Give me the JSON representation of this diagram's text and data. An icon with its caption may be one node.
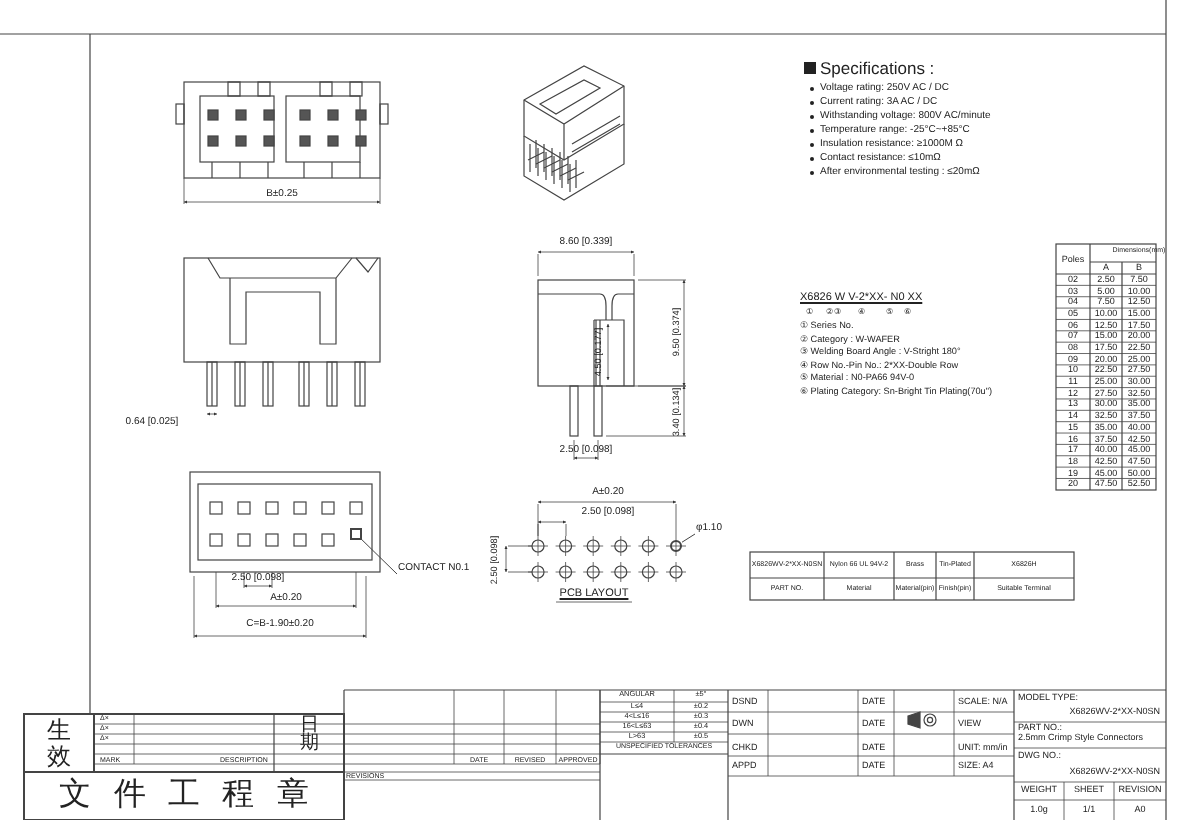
{
  "diagram": {
    "nodes": [
      {
        "text": [
          "CONTACT N0.1"
        ]
      },
      {
        "text": [],
        "shape": "box"
      },
      {
        "text": [
          "φ1.10"
        ]
      },
      {
        "text": [],
        "shape": "circle"
      }
    ],
    "edges": [
      {
        "from": 0,
        "to": 1,
        "arrow": "none"
      },
      {
        "from": 2,
        "to": 3,
        "arrow": "none"
      }
    ],
    "labels": [
      "B±0.25",
      "Specifications :",
      "Voltage rating: 250V AC / DC",
      "Current rating: 3A AC / DC",
      "Withstanding voltage: 800V AC/minute",
      "Temperature range: -25°C~+85°C",
      "Insulation resistance: ≥1000M Ω",
      "Contact resistance: ≤10mΩ",
      "After environmental testing : ≤20mΩ",
      "8.60 [0.339]",
      "4.50 [0.177]",
      "9.50 [0.374]",
      "X6826 W V-2*XX- N0 XX",
      "①",
      "②",
      "③",
      "④",
      "⑤",
      "⑥",
      "① Series No.",
      "② Category : W-WAFER",
      "③ Welding Board Angle : V-Stright 180°",
      "④ Row No.-Pin No.: 2*XX-Double Row",
      "⑤ Material : N0-PA66 94V-0",
      "⑥ Plating Category: Sn-Bright Tin Plating(70u\")",
      "Poles",
      "Dimensions(mm)",
      "A",
      "B",
      "02",
      "2.50",
      "7.50",
      "03",
      "5.00",
      "10.00",
      "04",
      "7.50",
      "12.50",
      "05",
      "10.00",
      "15.00",
      "06",
      "12.50",
      "17.50",
      "07",
      "15.00",
      "20.00",
      "08",
      "17.50",
      "22.50",
      "09",
      "20.00",
      "25.00",
      "10",
      "22.50",
      "27.50",
      "11",
      "25.00",
      "30.00",
      "12",
      "27.50",
      "32.50",
      "13",
      "30.00",
      "35.00",
      "14",
      "32.50",
      "37.50",
      "15",
      "35.00",
      "40.00",
      "16",
      "37.50",
      "42.50",
      "17",
      "40.00",
      "45.00",
      "18",
      "42.50",
      "47.50",
      "19",
      "45.00",
      "50.00",
      "20",
      "47.50",
      "52.50",
      "0.64 [0.025]",
      "3.40 [0.134]",
      "2.50 [0.098]",
      "A±0.20",
      "2.50 [0.098]",
      "2.50 [0.098]",
      "PCB LAYOUT",
      "2.50 [0.098]",
      "A±0.20",
      "C=B-1.90±0.20",
      "X6826WV-2*XX-N0SN",
      "Nylon 66 UL 94V-2",
      "Brass",
      "Tin-Plated",
      "X6826H",
      "PART NO.",
      "Material",
      "Material(pin)",
      "Finish(pin)",
      "Suitable Terminal",
      "生效",
      "Δ×",
      "Δ×",
      "Δ×",
      "MARK",
      "DESCRIPTION",
      "日期",
      "REVISIONS",
      "DATE",
      "REVISED",
      "APPROVED",
      "ANGULAR",
      "±5°",
      "L≤4",
      "±0.2",
      "4<L≤16",
      "±0.3",
      "16<L≤63",
      "±0.4",
      "L>63",
      "±0.5",
      "UNSPECIFIED TOLERANCES",
      "DSND",
      "DATE",
      "SCALE: N/A",
      "MODEL TYPE:",
      "X6826WV-2*XX-N0SN",
      "DWN",
      "DATE",
      "VIEW",
      "PART NO.:",
      "2.5mm Crimp Style Connectors",
      "CHKD",
      "DATE",
      "UNIT: mm/in",
      "DWG NO.:",
      "X6826WV-2*XX-N0SN",
      "APPD",
      "DATE",
      "SIZE: A4",
      "WEIGHT",
      "SHEET",
      "REVISION",
      "1.0g",
      "1/1",
      "A0",
      "文件工程章"
    ]
  }
}
